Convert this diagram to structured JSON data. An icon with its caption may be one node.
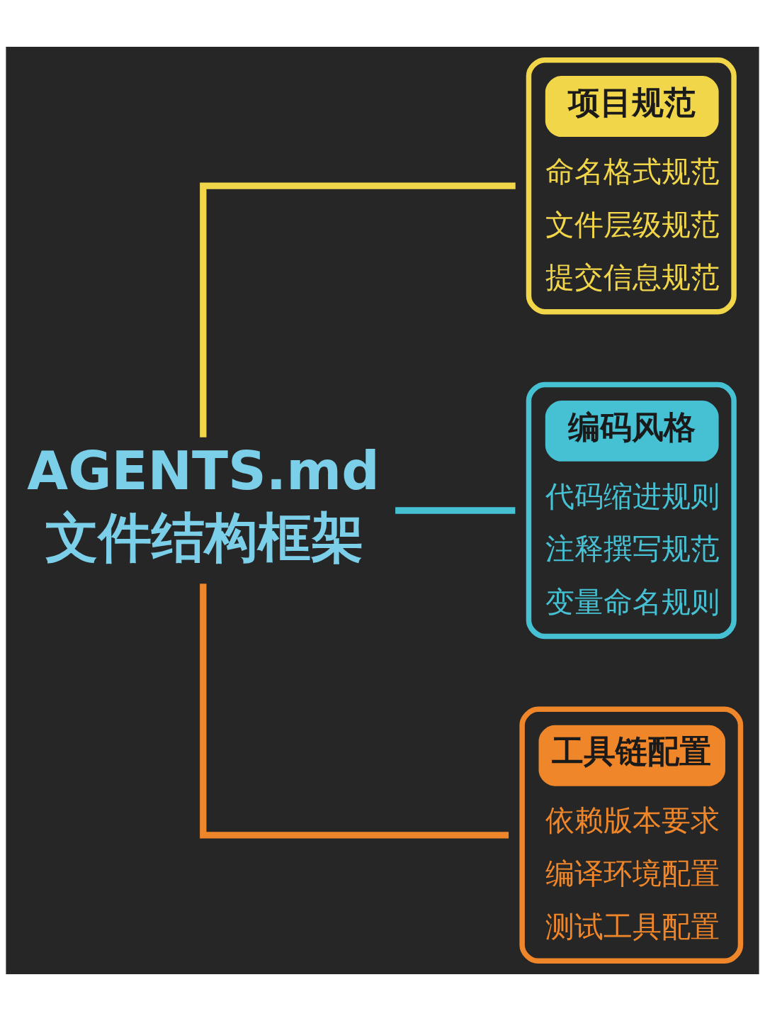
{
  "diagram": {
    "nodes": [
      {
        "text": [
          "AGENTS.md 文件结构框架"
        ]
      },
      {
        "text": [
          "项目规范",
          "命名格式规范",
          "文件层级规范",
          "提交信息规范"
        ]
      },
      {
        "text": [
          "编码风格",
          "代码缩进规则",
          "注释撰写规范",
          "变量命名规则"
        ]
      },
      {
        "text": [
          "工具链配置",
          "依赖版本要求",
          "编译环境配置",
          "测试工具配置"
        ]
      }
    ],
    "edges": [
      {
        "from": 0,
        "to": 1,
        "arrow": "none",
        "color": "#f2d649"
      },
      {
        "from": 0,
        "to": 2,
        "arrow": "none",
        "color": "#45c1d3"
      },
      {
        "from": 0,
        "to": 3,
        "arrow": "none",
        "color": "#f0862a"
      }
    ]
  }
}
